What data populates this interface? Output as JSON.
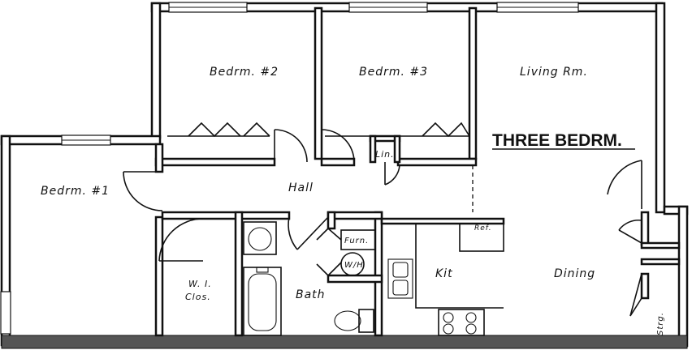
{
  "title": "THREE BEDRM.",
  "rooms": {
    "bedroom1": "Bedrm. #1",
    "bedroom2": "Bedrm. #2",
    "bedroom3": "Bedrm. #3",
    "living": "Living Rm.",
    "hall": "Hall",
    "linen": "Lin.",
    "closet_line1": "W. I.",
    "closet_line2": "Clos.",
    "bath": "Bath",
    "furnace": "Furn.",
    "water_heater": "W/H",
    "kitchen": "Kit",
    "refrigerator": "Ref.",
    "dining": "Dining",
    "storage": "Strg."
  },
  "colors": {
    "ink": "#111111",
    "paper": "#ffffff"
  }
}
